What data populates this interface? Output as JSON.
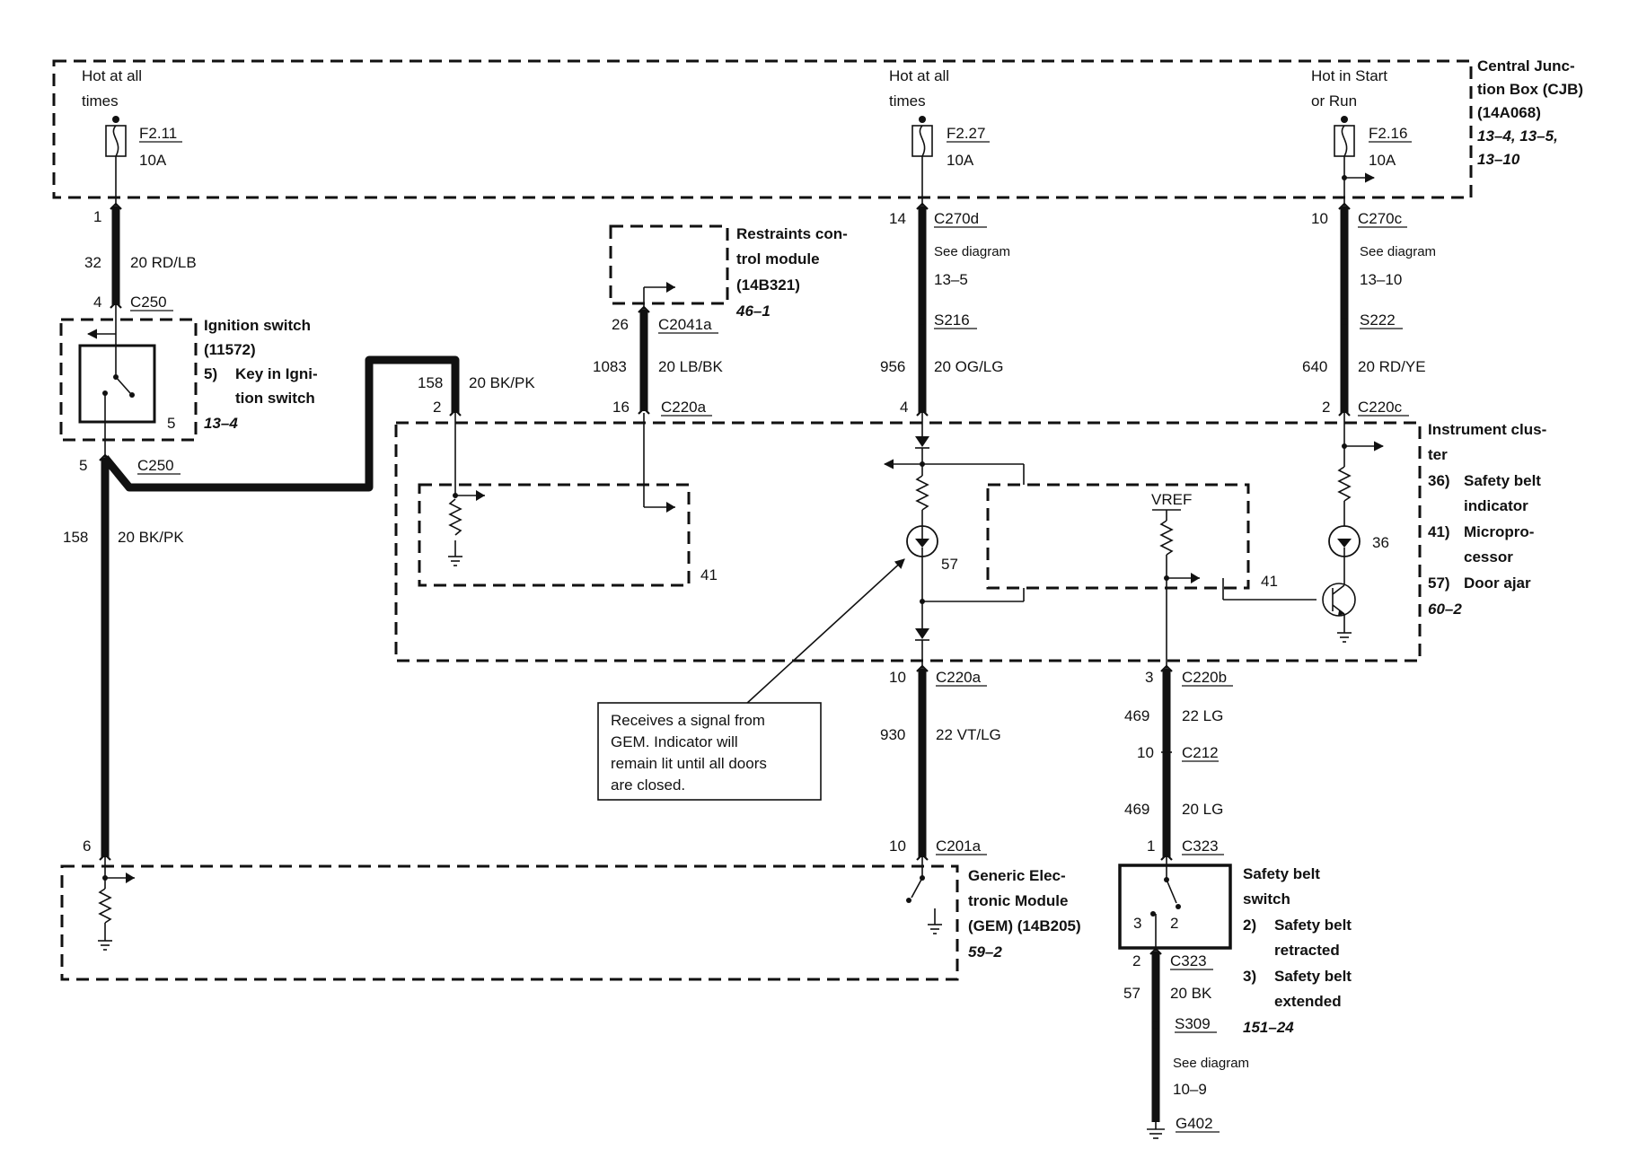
{
  "cjb": {
    "hot1": [
      "Hot at all",
      "times"
    ],
    "hot2": [
      "Hot at all",
      "times"
    ],
    "hot3": [
      "Hot in Start",
      "or Run"
    ],
    "fuse1": [
      "F2.11",
      "10A"
    ],
    "fuse2": [
      "F2.27",
      "10A"
    ],
    "fuse3": [
      "F2.16",
      "10A"
    ],
    "title": [
      "Central Junc-",
      "tion Box (CJB)",
      "(14A068)"
    ],
    "ref": [
      "13–4, 13–5,",
      "13–10"
    ]
  },
  "circuit_left": {
    "pin_cjb": "1",
    "circuit": "32",
    "wire": "20 RD/LB",
    "pin_top": "4",
    "conn_top": "C250",
    "pin_bottom": "5",
    "conn_bottom": "C250",
    "out_circuit": "158",
    "out_wire": "20 BK/PK",
    "gem_pin": "6"
  },
  "ignition": {
    "title": [
      "Ignition switch",
      "(11572)"
    ],
    "item_num": "5)",
    "item_text": [
      "Key in Igni-",
      "tion switch"
    ],
    "ref": "13–4",
    "term": "5"
  },
  "circuit_158b": {
    "circuit": "158",
    "wire": "20 BK/PK",
    "pin": "2"
  },
  "rcm": {
    "title": [
      "Restraints con-",
      "trol module",
      "(14B321)"
    ],
    "ref": "46–1",
    "pin": "26",
    "conn": "C2041a",
    "circuit": "1083",
    "wire": "20 LB/BK",
    "pin2": "16",
    "conn2": "C220a"
  },
  "door_circuit": {
    "pin_cjb": "14",
    "conn": "C270d",
    "see": "See diagram",
    "see_ref": "13–5",
    "splice": "S216",
    "circuit": "956",
    "wire": "20 OG/LG",
    "pin_ic": "4",
    "pin_out": "10",
    "conn_out": "C220a",
    "circuit_out": "930",
    "wire_out": "22 VT/LG",
    "gem_pin": "10",
    "gem_conn": "C201a"
  },
  "belt_circuit": {
    "pin_cjb": "10",
    "conn": "C270c",
    "see": "See diagram",
    "see_ref": "13–10",
    "splice": "S222",
    "circuit": "640",
    "wire": "20 RD/YE",
    "pin_ic": "2",
    "conn_ic": "C220c"
  },
  "ic": {
    "title": [
      "Instrument clus-",
      "ter"
    ],
    "items": [
      {
        "num": "36)",
        "text": [
          "Safety belt",
          "indicator"
        ]
      },
      {
        "num": "41)",
        "text": [
          "Micropro-",
          "cessor"
        ]
      },
      {
        "num": "57)",
        "text": [
          "Door ajar"
        ]
      }
    ],
    "ref": "60–2",
    "mp_label_left": "41",
    "mp_label_right": "41",
    "vref": "VREF",
    "lamp_door": "57",
    "lamp_belt": "36"
  },
  "switch_circuit": {
    "pin": "3",
    "conn": "C220b",
    "circuit": "469",
    "wire": "22 LG",
    "pin2": "10",
    "conn2": "C212",
    "circuit2": "469",
    "wire2": "20 LG",
    "pin3": "1",
    "conn3": "C323"
  },
  "belt_switch": {
    "title": [
      "Safety belt",
      "switch"
    ],
    "items": [
      {
        "num": "2)",
        "text": [
          "Safety belt",
          "retracted"
        ]
      },
      {
        "num": "3)",
        "text": [
          "Safety belt",
          "extended"
        ]
      }
    ],
    "ref": "151–24",
    "term_left": "3",
    "term_right": "2"
  },
  "ground_circuit": {
    "pin": "2",
    "conn": "C323",
    "circuit": "57",
    "wire": "20 BK",
    "splice": "S309",
    "see": "See diagram",
    "see_ref": "10–9",
    "ground": "G402"
  },
  "gem": {
    "title": [
      "Generic Elec-",
      "tronic Module",
      "(GEM) (14B205)"
    ],
    "ref": "59–2"
  },
  "note": [
    "Receives a signal from",
    "GEM.  Indicator will",
    "remain lit until all doors",
    "are closed."
  ]
}
